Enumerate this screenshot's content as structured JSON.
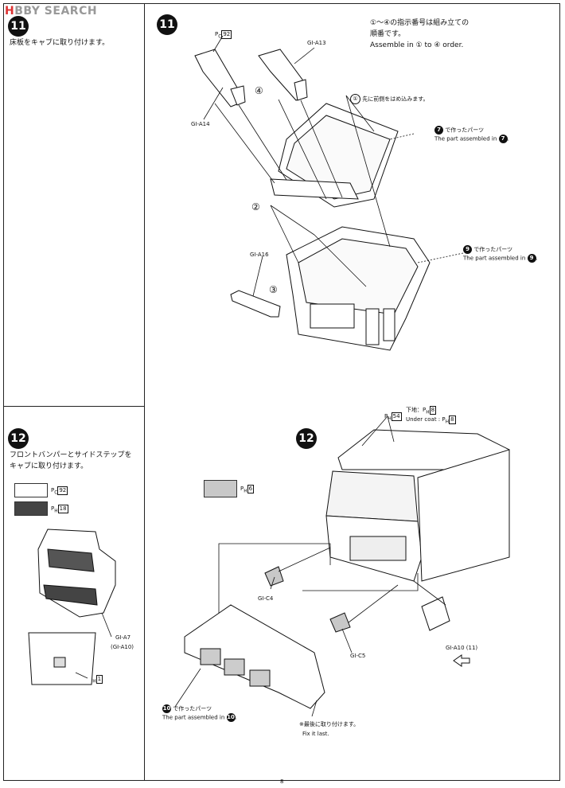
{
  "logo": {
    "text_a": "H",
    "text_b": "BBY SEARCH"
  },
  "page_number": "8",
  "step11": {
    "number": "11",
    "instruction_jp": "床板をキャブに取り付けます。",
    "order_note_jp_a": "①～④の指示番号は組み立ての",
    "order_note_jp_b": "順番です。",
    "order_note_en": "Assemble in ① to ④ order.",
    "part_a13": "GI-A13",
    "part_a14": "GI-A14",
    "part_a16": "GI-A16",
    "paint_code": "P",
    "paint_sub": "C",
    "paint_box": "92",
    "front_first_jp": "先に前側をはめ込みます。",
    "part7_jp": "で作ったパーツ",
    "part7_en": "The part assembled in",
    "part7_num": "7",
    "part9_jp": "で作ったパーツ",
    "part9_en": "The part assembled in",
    "part9_num": "9",
    "order_marks": [
      "①",
      "②",
      "③",
      "④"
    ]
  },
  "step12": {
    "number": "12",
    "instruction_jp_a": "フロントバンパーとサイドステップを",
    "instruction_jp_b": "キャブに取り付けます。",
    "legend_white_code": "P",
    "legend_white_sub": "C",
    "legend_white_box": "92",
    "legend_dark_code": "P",
    "legend_dark_sub": "H",
    "legend_dark_box": "18",
    "legend_gray_code": "P",
    "legend_gray_sub": "H",
    "legend_gray_box": "6",
    "part_a7": "GI-A7",
    "part_a10_paren": "(GI-A10)",
    "step_paint_code": "P",
    "step_paint_sub": "H",
    "step_paint_box": "1",
    "roof_code": "P",
    "roof_sub": "H",
    "roof_box": "54",
    "undercoat_jp": "下地：",
    "undercoat_en": "Under coat :",
    "undercoat_code": "P",
    "undercoat_sub": "H",
    "undercoat_box": "8",
    "part_c4": "GI-C4",
    "part_c5": "GI-C5",
    "part_a10_11": "GI-A10 (11)",
    "part10_jp": "で作ったパーツ",
    "part10_en": "The part assembled in",
    "part10_num": "10",
    "fix_last_jp": "※最後に取り付けます。",
    "fix_last_en": "Fix it last."
  },
  "colors": {
    "ink": "#111111",
    "dark_gray": "#444444",
    "light_gray": "#c8c8c8"
  }
}
